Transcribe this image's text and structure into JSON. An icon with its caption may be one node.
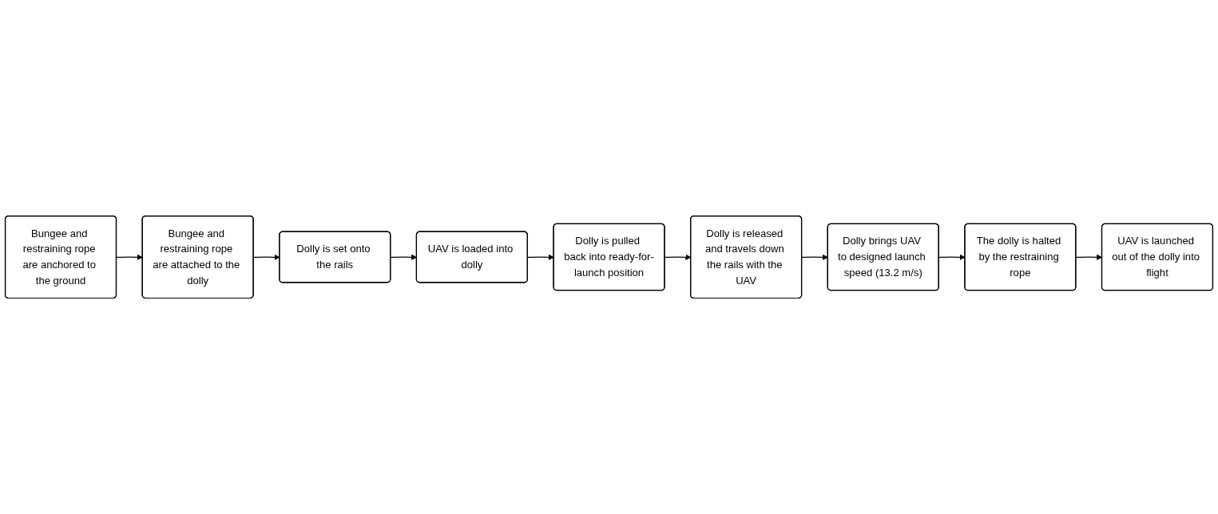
{
  "diagram": {
    "nodes": [
      {
        "text": [
          "Bungee and restraining rope are anchored to the ground"
        ]
      },
      {
        "text": [
          "Bungee and restraining rope are attached to the dolly"
        ]
      },
      {
        "text": [
          "Dolly is set onto the rails"
        ]
      },
      {
        "text": [
          "UAV is loaded into dolly"
        ]
      },
      {
        "text": [
          "Dolly is pulled back into ready-for-launch position"
        ]
      },
      {
        "text": [
          "Dolly is released and travels down the rails with the UAV"
        ]
      },
      {
        "text": [
          "Dolly brings UAV to designed launch speed (13.2 m/s)"
        ]
      },
      {
        "text": [
          "The dolly is halted by the restraining rope"
        ]
      },
      {
        "text": [
          "UAV is launched out of the dolly into flight"
        ]
      }
    ],
    "edges": [
      {
        "from": 0,
        "to": 1,
        "arrow": "to"
      },
      {
        "from": 1,
        "to": 2,
        "arrow": "to"
      },
      {
        "from": 2,
        "to": 3,
        "arrow": "to"
      },
      {
        "from": 3,
        "to": 4,
        "arrow": "to"
      },
      {
        "from": 4,
        "to": 5,
        "arrow": "to"
      },
      {
        "from": 5,
        "to": 6,
        "arrow": "to"
      },
      {
        "from": 6,
        "to": 7,
        "arrow": "to"
      },
      {
        "from": 7,
        "to": 8,
        "arrow": "to"
      }
    ]
  }
}
